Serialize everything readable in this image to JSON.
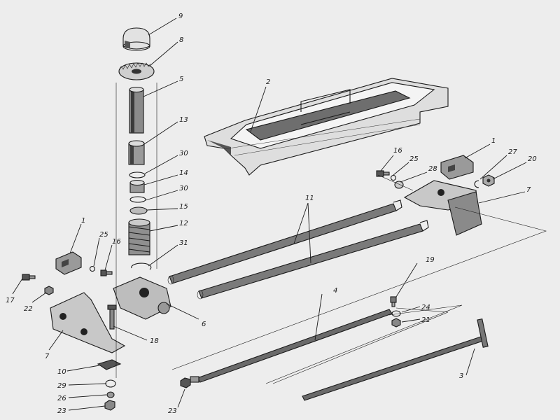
{
  "colors": {
    "paper": "#ededed",
    "ink": "#1a1a1a",
    "shade": "#6a6a6a",
    "light": "#d2d2d2"
  },
  "labels": {
    "l9": "9",
    "l8": "8",
    "l5": "5",
    "l13": "13",
    "l30a": "30",
    "l14": "14",
    "l30b": "30",
    "l15": "15",
    "l12": "12",
    "l31": "31",
    "l2": "2",
    "l11": "11",
    "l16a": "16",
    "l25a": "25",
    "l28": "28",
    "l1a": "1",
    "l27": "27",
    "l20": "20",
    "l7a": "7",
    "l1b": "1",
    "l25b": "25",
    "l16b": "16",
    "l17": "17",
    "l22": "22",
    "l7b": "7",
    "l6": "6",
    "l18": "18",
    "l10": "10",
    "l29": "29",
    "l26": "26",
    "l23a": "23",
    "l4": "4",
    "l19": "19",
    "l24": "24",
    "l21": "21",
    "l3": "3",
    "l23b": "23"
  }
}
